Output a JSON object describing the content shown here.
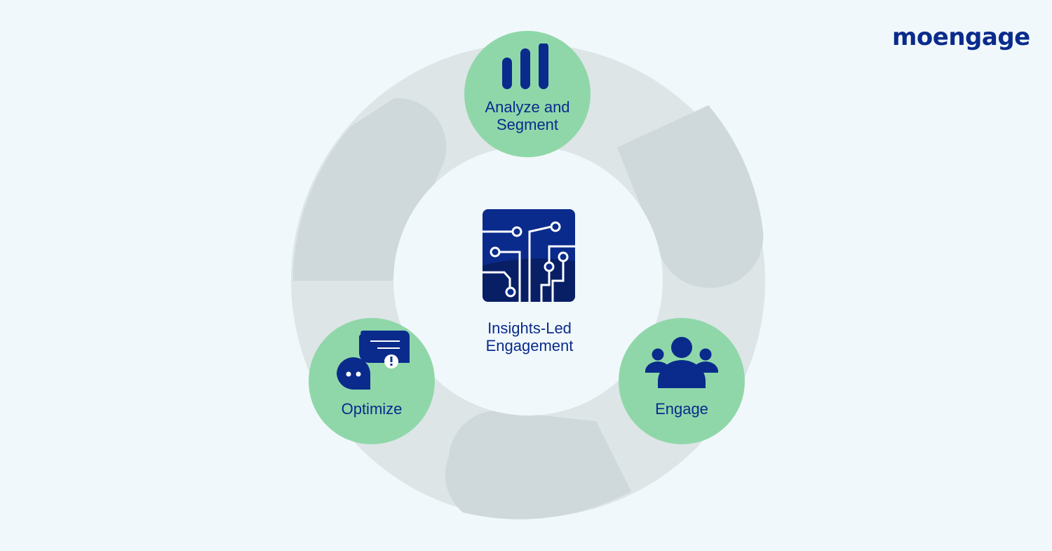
{
  "brand": {
    "logo_text": "moengage"
  },
  "center": {
    "label_line1": "Insights-Led",
    "label_line2": "Engagement",
    "icon": "circuit-icon"
  },
  "nodes": [
    {
      "line1": "Analyze and",
      "line2": "Segment",
      "icon": "bar-chart-icon"
    },
    {
      "line1": "Optimize",
      "icon": "chat-bubbles-icon"
    },
    {
      "line1": "Engage",
      "icon": "people-group-icon"
    }
  ],
  "colors": {
    "background": "#f1f8fb",
    "ring": "#dde5e7",
    "ring_shadow": "#d0d9db",
    "node": "#8fd7a9",
    "primary": "#0a2b8c"
  }
}
